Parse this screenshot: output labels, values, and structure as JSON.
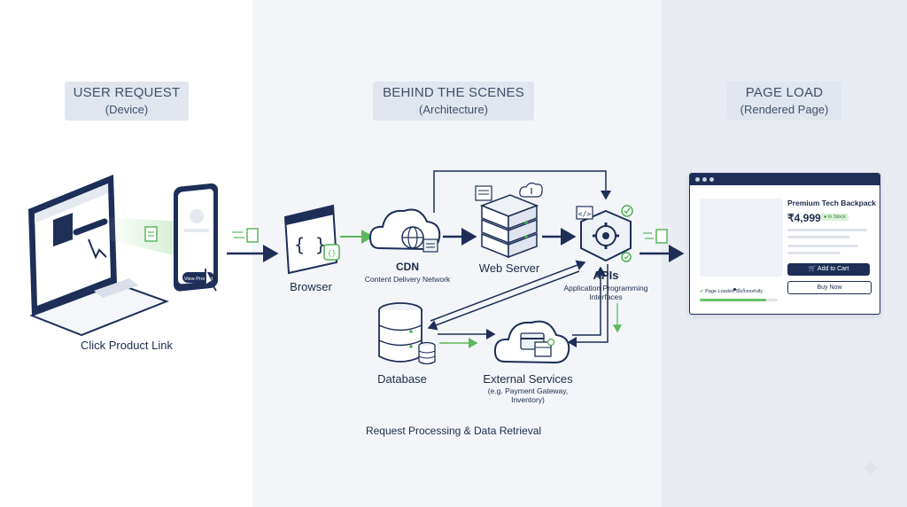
{
  "columns": {
    "user": {
      "title": "USER REQUEST",
      "subtitle": "(Device)"
    },
    "scenes": {
      "title": "BEHIND THE SCENES",
      "subtitle": "(Architecture)"
    },
    "page": {
      "title": "PAGE LOAD",
      "subtitle": "(Rendered Page)"
    }
  },
  "labels": {
    "click_link": "Click Product Link",
    "phone_button": "View Product",
    "browser": "Browser",
    "cdn": "CDN",
    "cdn_sub": "Content Delivery Network",
    "web_server": "Web Server",
    "apis": "APIs",
    "apis_sub_1": "Application Programming",
    "apis_sub_2": "Interfaces",
    "database": "Database",
    "external": "External Services",
    "external_sub_1": "(e.g. Payment Gateway,",
    "external_sub_2": "Inventory)",
    "processing": "Request Processing & Data Retrieval"
  },
  "product": {
    "name": "Premium Tech Backpack",
    "price": "₹4,999",
    "stock": "● In Stock",
    "add_to_cart": "🛒 Add to Cart",
    "buy_now": "Buy Now",
    "loaded": "Page Loaded Successfully",
    "loaded_progress": 0.85
  },
  "colors": {
    "navy": "#1d2e57",
    "green": "#4caf50",
    "panel_mid": "#f3f5f9",
    "panel_right": "#e9ecf2"
  }
}
